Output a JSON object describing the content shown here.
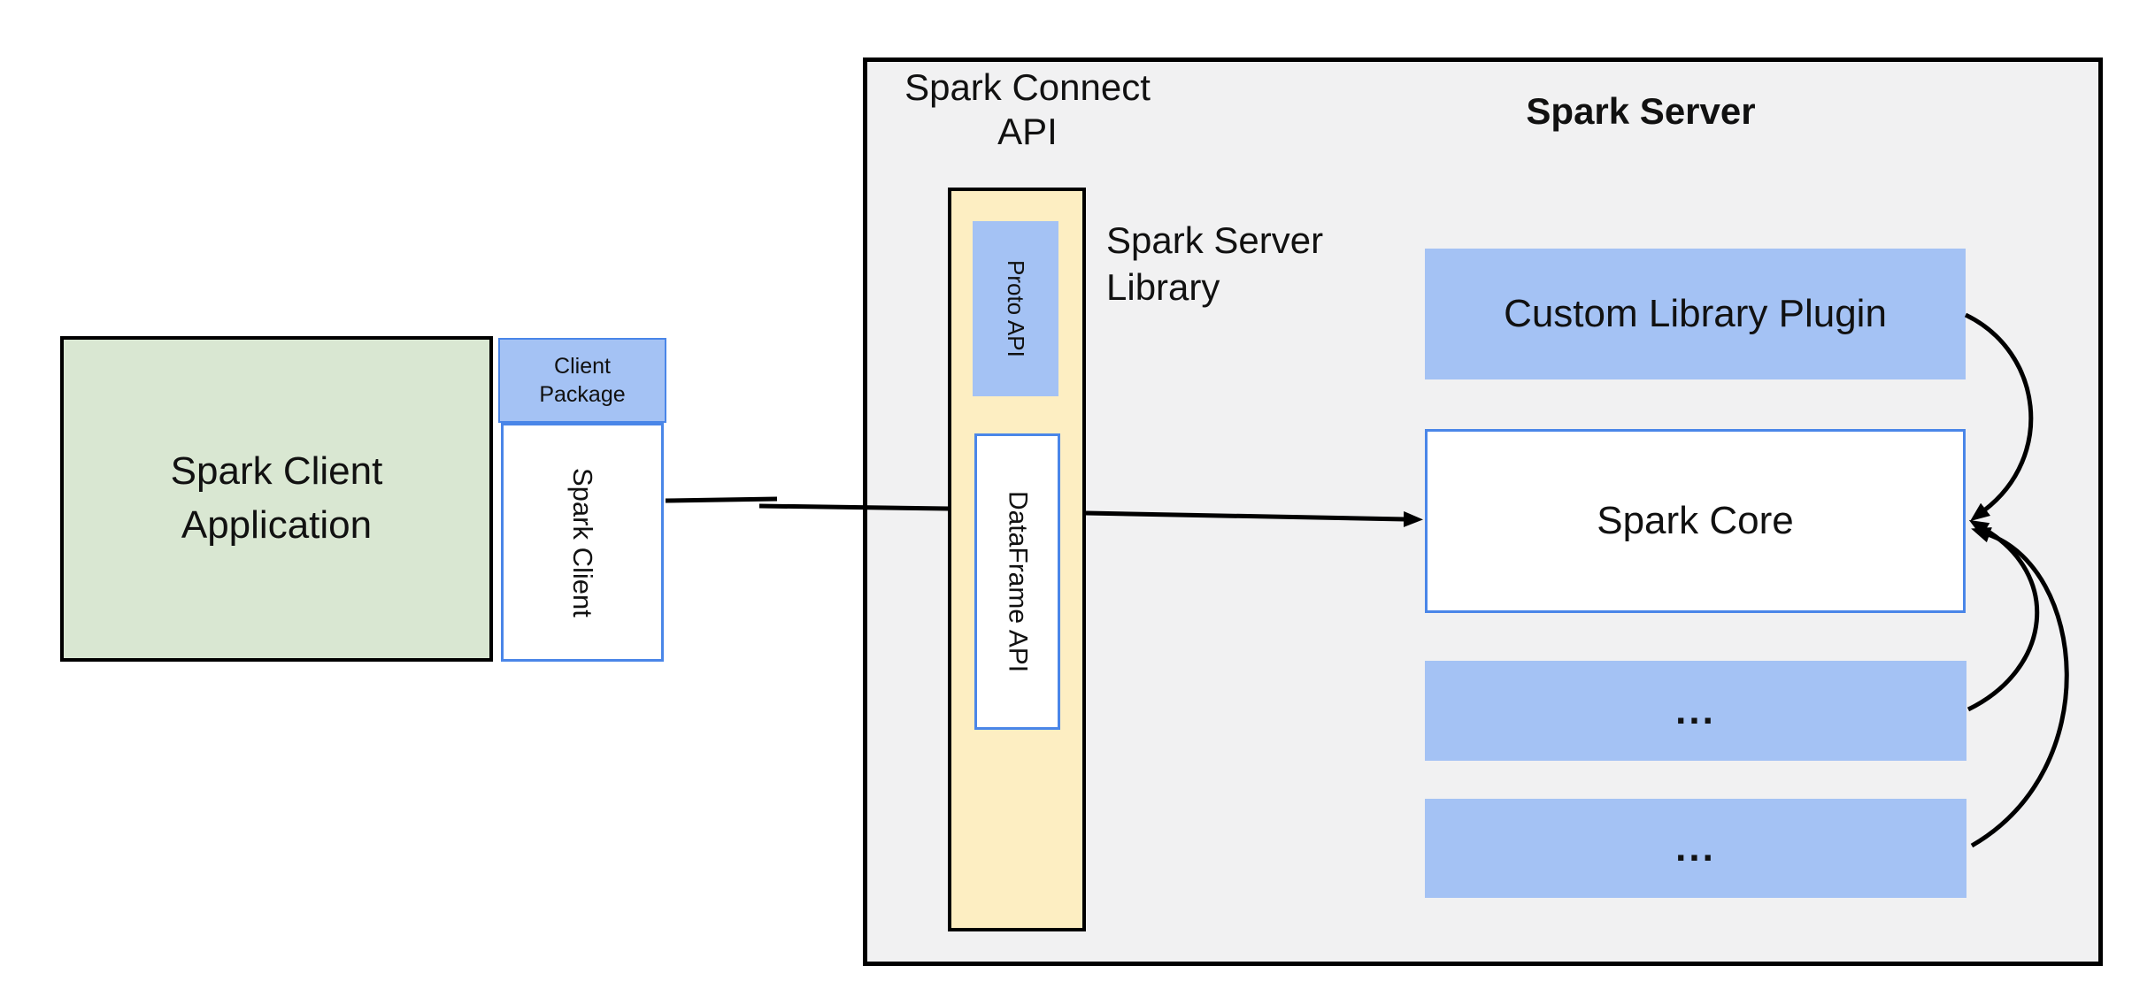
{
  "colors": {
    "canvas": "#ffffff",
    "server_bg": "#f1f1f2",
    "green_fill": "#d9e7d2",
    "blue_fill": "#a4c2f4",
    "yellow_fill": "#fdeec2",
    "blue_border": "#4a86e8",
    "line": "#000000",
    "text": "#111111"
  },
  "client": {
    "app_label": "Spark Client Application",
    "package_label": "Client Package",
    "spark_client_label": "Spark Client"
  },
  "connect": {
    "api_label": "Spark Connect API",
    "proto_label": "Proto API",
    "dataframe_label": "DataFrame API",
    "server_library_label": "Spark Server Library"
  },
  "server": {
    "title": "Spark Server",
    "plugin_label": "Custom Library Plugin",
    "core_label": "Spark Core",
    "placeholders": [
      {
        "label": "..."
      },
      {
        "label": "..."
      }
    ]
  }
}
